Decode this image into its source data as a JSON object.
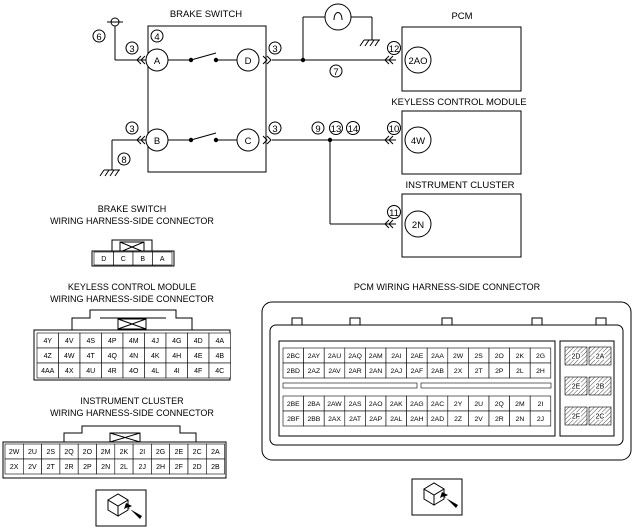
{
  "schematic": {
    "brake_switch_title": "BRAKE SWITCH",
    "pcm_title": "PCM",
    "kcm_title": "KEYLESS CONTROL MODULE",
    "cluster_title": "INSTRUMENT CLUSTER",
    "brake_terminals": [
      "A",
      "B",
      "C",
      "D"
    ],
    "module_terminals": {
      "pcm": "2AO",
      "kcm": "4W",
      "cluster": "2N"
    },
    "callouts": [
      "6",
      "3",
      "4",
      "8",
      "7",
      "9",
      "13",
      "14",
      "12",
      "10",
      "11"
    ]
  },
  "brake_connector": {
    "title_line1": "BRAKE SWITCH",
    "title_line2": "WIRING HARNESS-SIDE CONNECTOR",
    "pins": [
      "D",
      "C",
      "B",
      "A"
    ]
  },
  "kcm_connector": {
    "title_line1": "KEYLESS CONTROL MODULE",
    "title_line2": "WIRING HARNESS-SIDE CONNECTOR",
    "rows": [
      [
        "4Y",
        "4V",
        "4S",
        "4P",
        "4M",
        "4J",
        "4G",
        "4D",
        "4A"
      ],
      [
        "4Z",
        "4W",
        "4T",
        "4Q",
        "4N",
        "4K",
        "4H",
        "4E",
        "4B"
      ],
      [
        "4AA",
        "4X",
        "4U",
        "4R",
        "4O",
        "4L",
        "4I",
        "4F",
        "4C"
      ]
    ]
  },
  "cluster_connector": {
    "title_line1": "INSTRUMENT CLUSTER",
    "title_line2": "WIRING HARNESS-SIDE CONNECTOR",
    "rows": [
      [
        "2W",
        "2U",
        "2S",
        "2Q",
        "2O",
        "2M",
        "2K",
        "2I",
        "2G",
        "2E",
        "2C",
        "2A"
      ],
      [
        "2X",
        "2V",
        "2T",
        "2R",
        "2P",
        "2N",
        "2L",
        "2J",
        "2H",
        "2F",
        "2D",
        "2B"
      ]
    ]
  },
  "pcm_connector": {
    "title": "PCM WIRING HARNESS-SIDE CONNECTOR",
    "upper_rows": [
      [
        "2BC",
        "2AY",
        "2AU",
        "2AQ",
        "2AM",
        "2AI",
        "2AE",
        "2AA",
        "2W",
        "2S",
        "2O",
        "2K",
        "2G"
      ],
      [
        "2BD",
        "2AZ",
        "2AV",
        "2AR",
        "2AN",
        "2AJ",
        "2AF",
        "2AB",
        "2X",
        "2T",
        "2P",
        "2L",
        "2H"
      ]
    ],
    "lower_rows": [
      [
        "2BE",
        "2BA",
        "2AW",
        "2AS",
        "2AO",
        "2AK",
        "2AG",
        "2AC",
        "2Y",
        "2U",
        "2Q",
        "2M",
        "2I"
      ],
      [
        "2BF",
        "2BB",
        "2AX",
        "2AT",
        "2AP",
        "2AL",
        "2AH",
        "2AD",
        "2Z",
        "2V",
        "2R",
        "2N",
        "2J"
      ]
    ],
    "side_pins": [
      [
        "2D",
        "2A"
      ],
      [
        "2E",
        "2B"
      ],
      [
        "2F",
        "2C"
      ]
    ]
  }
}
